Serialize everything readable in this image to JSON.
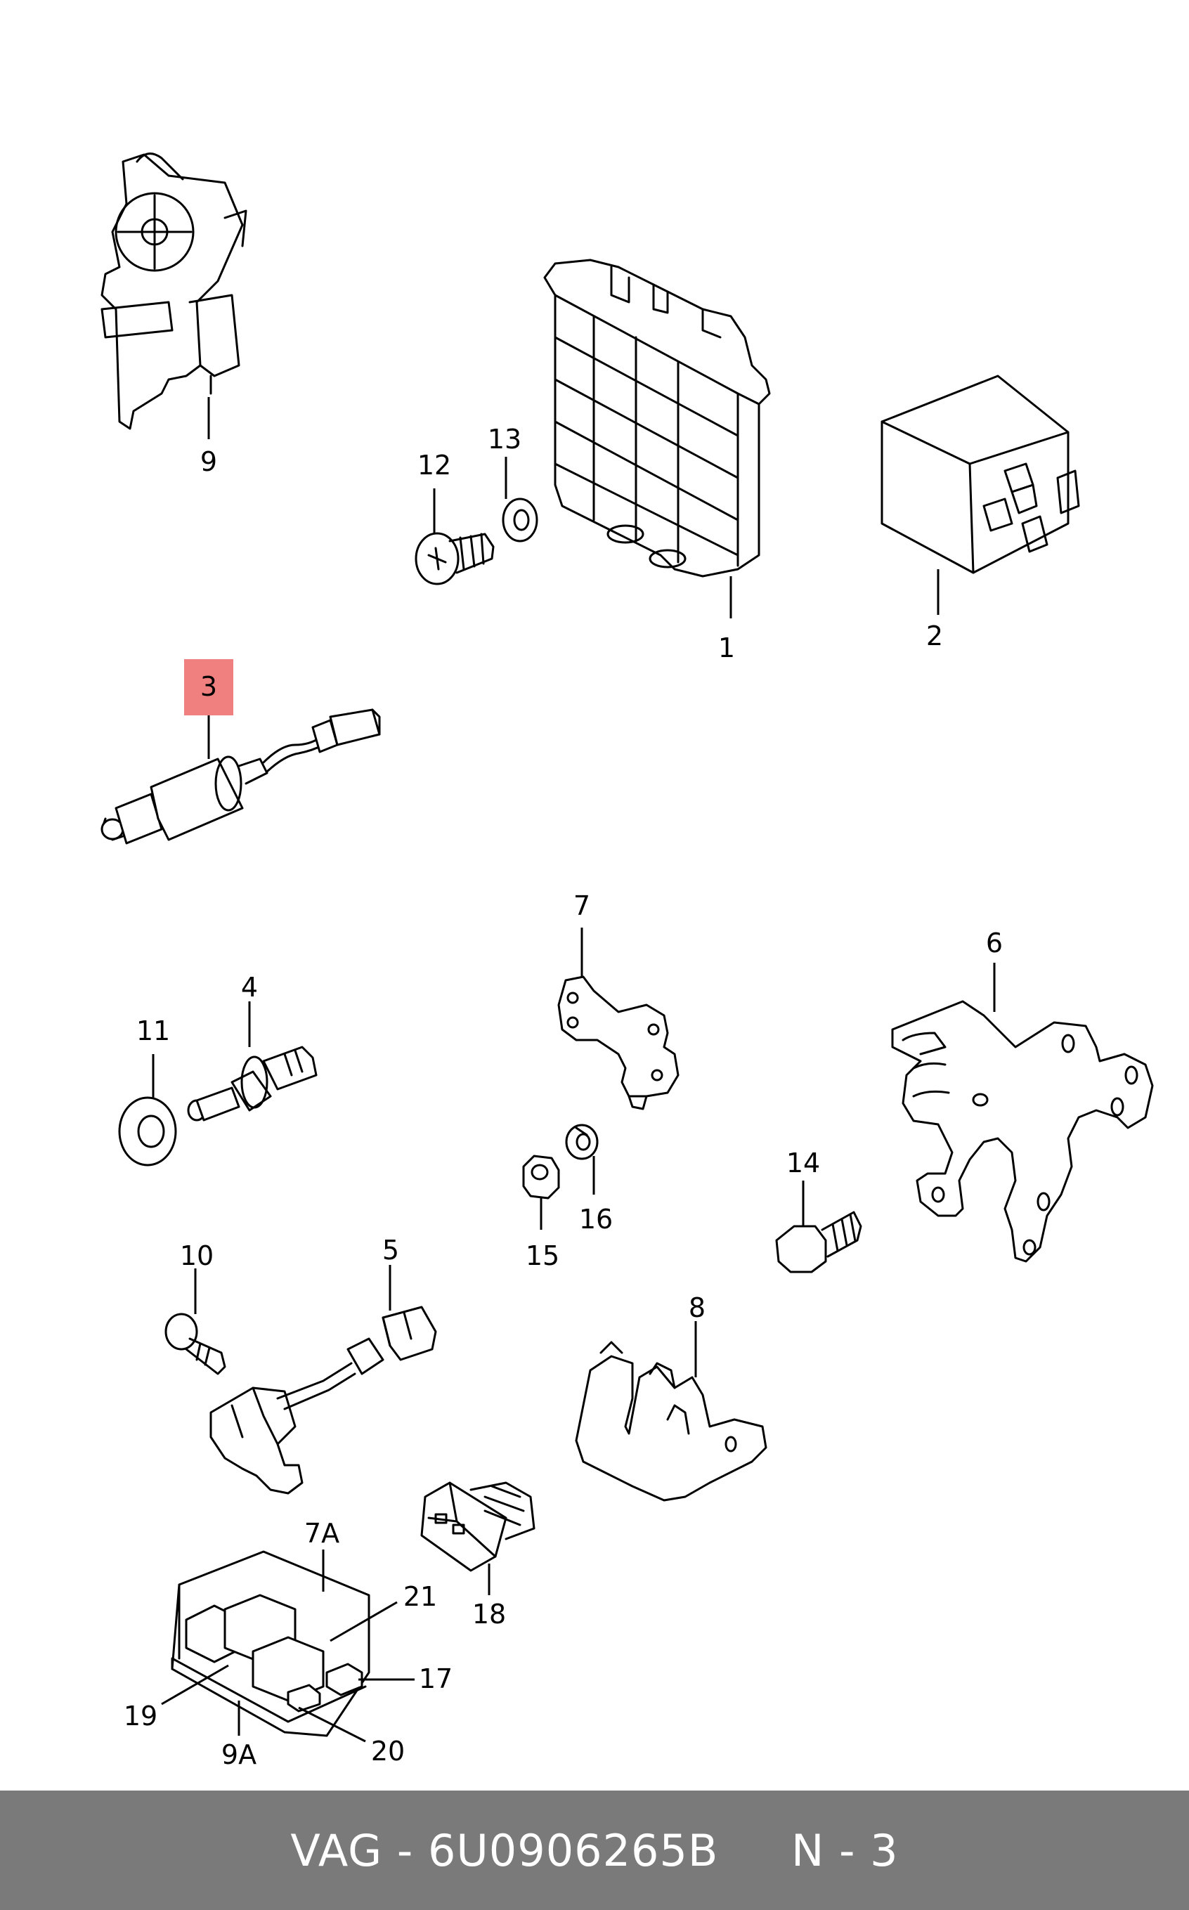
{
  "highlight_color": "#f08080",
  "labels": {
    "p1": "1",
    "p2": "2",
    "p3": "3",
    "p4": "4",
    "p5": "5",
    "p6": "6",
    "p7": "7",
    "p7a": "7A",
    "p8": "8",
    "p9": "9",
    "p9a": "9A",
    "p10": "10",
    "p11": "11",
    "p12": "12",
    "p13": "13",
    "p14": "14",
    "p15": "15",
    "p16": "16",
    "p17": "17",
    "p18": "18",
    "p19": "19",
    "p20": "20",
    "p21": "21"
  },
  "footer": {
    "text": "VAG - 6U0906265B     N - 3"
  }
}
